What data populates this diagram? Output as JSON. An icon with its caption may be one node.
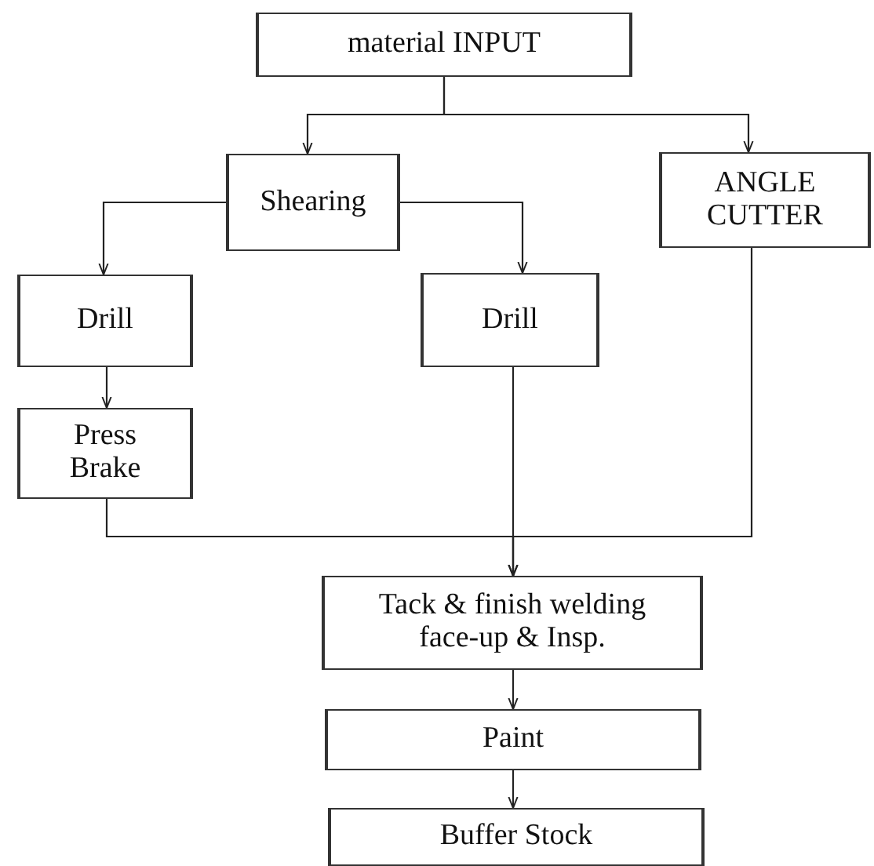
{
  "diagram": {
    "nodes": [
      {
        "text": [
          "material INPUT"
        ]
      },
      {
        "text": [
          "Shearing"
        ]
      },
      {
        "text": [
          "ANGLE CUTTER"
        ]
      },
      {
        "text": [
          "Drill"
        ]
      },
      {
        "text": [
          "Drill"
        ]
      },
      {
        "text": [
          "Press Brake"
        ]
      },
      {
        "text": [
          "Tack & finish welding face-up & Insp."
        ]
      },
      {
        "text": [
          "Paint"
        ]
      },
      {
        "text": [
          "Buffer Stock"
        ]
      }
    ],
    "edges": [
      {
        "from": 0,
        "to": 1,
        "arrow": "to"
      },
      {
        "from": 0,
        "to": 2,
        "arrow": "to"
      },
      {
        "from": 1,
        "to": 3,
        "arrow": "to"
      },
      {
        "from": 1,
        "to": 4,
        "arrow": "to"
      },
      {
        "from": 3,
        "to": 5,
        "arrow": "to"
      },
      {
        "from": 5,
        "to": 6,
        "arrow": "to"
      },
      {
        "from": 4,
        "to": 6,
        "arrow": "to"
      },
      {
        "from": 2,
        "to": 6,
        "arrow": "to"
      },
      {
        "from": 6,
        "to": 7,
        "arrow": "to"
      },
      {
        "from": 7,
        "to": 8,
        "arrow": "to"
      }
    ]
  }
}
